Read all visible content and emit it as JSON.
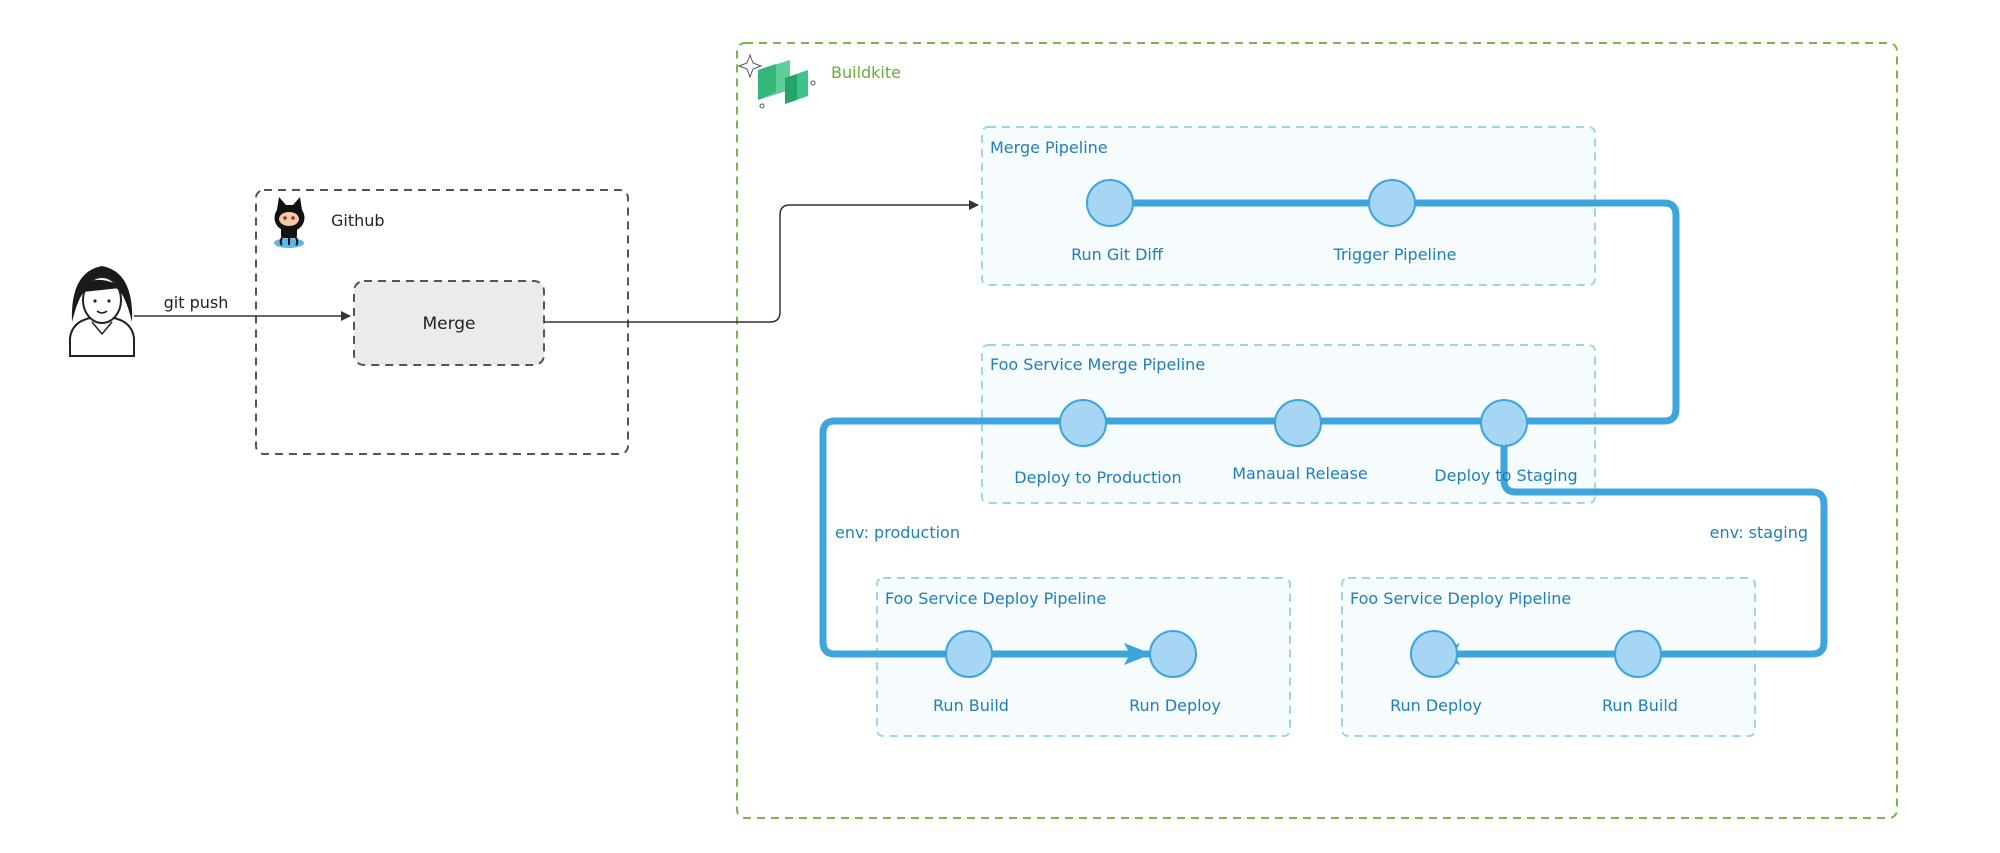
{
  "colors": {
    "pipeline": "#3da4dc",
    "pipeline_text": "#1f7fb8",
    "node_fill": "#a6d6f3",
    "node_stroke": "#3da4dc",
    "buildkite_border": "#7ab648",
    "buildkite_text": "#6aab3a",
    "github_border": "#555555",
    "merge_fill": "#ebebeb",
    "subbox_fill": "#f6fbfd",
    "subbox_border": "#9fd3ea",
    "connector": "#333333"
  },
  "user": {
    "icon": "person-icon",
    "edge_label": "git push"
  },
  "github": {
    "title": "Github",
    "icon": "github-octocat-icon",
    "merge_label": "Merge"
  },
  "buildkite": {
    "title": "Buildkite",
    "icon": "buildkite-logo-icon",
    "merge_pipeline": {
      "title": "Merge Pipeline",
      "steps": [
        "Run Git Diff",
        "Trigger Pipeline"
      ]
    },
    "foo_merge_pipeline": {
      "title": "Foo Service Merge Pipeline",
      "steps": [
        "Deploy to Production",
        "Manaual Release",
        "Deploy to Staging"
      ]
    },
    "env_production": "env: production",
    "env_staging": "env: staging",
    "foo_deploy_production": {
      "title": "Foo Service Deploy Pipeline",
      "steps": [
        "Run Build",
        "Run Deploy"
      ]
    },
    "foo_deploy_staging": {
      "title": "Foo Service Deploy Pipeline",
      "steps": [
        "Run Deploy",
        "Run Build"
      ]
    }
  }
}
